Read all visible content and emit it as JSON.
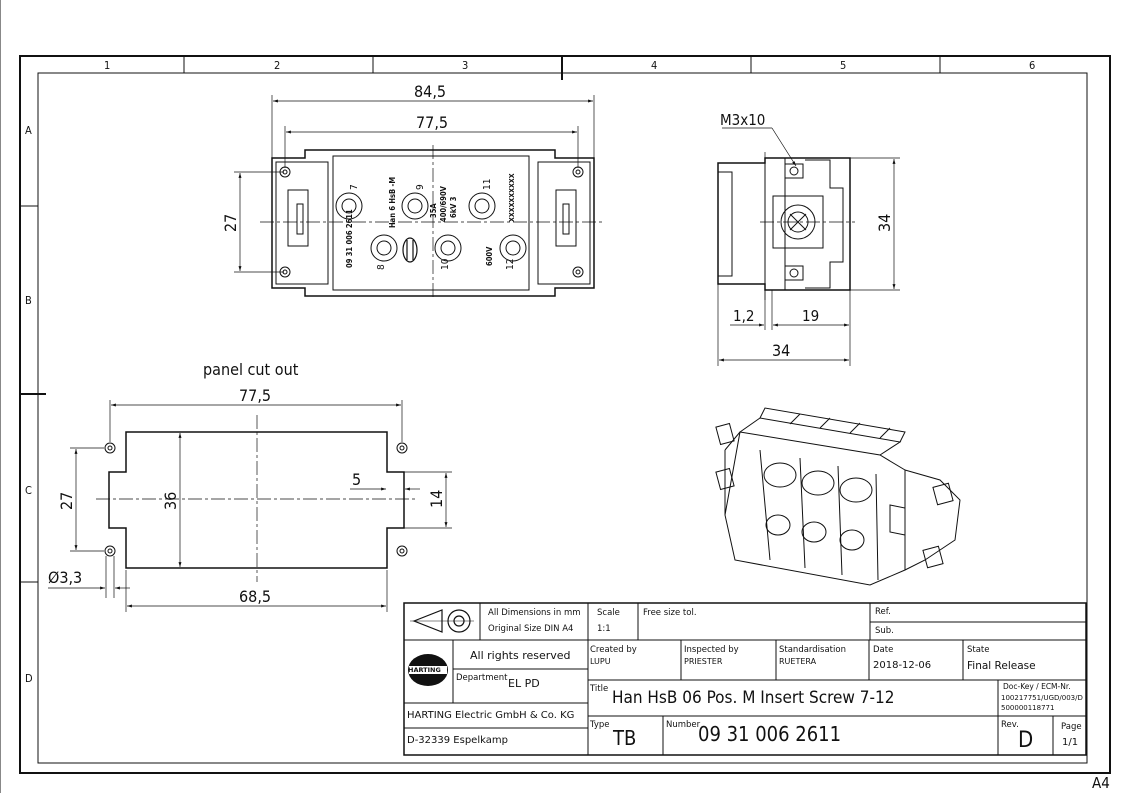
{
  "sheet": {
    "format_label": "A4"
  },
  "grid": {
    "columns": [
      "1",
      "2",
      "3",
      "4",
      "5",
      "6"
    ],
    "rows": [
      "A",
      "B",
      "C",
      "D"
    ]
  },
  "front_view": {
    "dim_overall": "84,5",
    "dim_pitch": "77,5",
    "dim_height": "27",
    "contacts_top": [
      "7",
      "9",
      "11"
    ],
    "contacts_bottom": [
      "8",
      "10",
      "12"
    ],
    "label_partno": "09 31 006 2611",
    "label_type": "Han 6 HsB -M",
    "label_rating1": "35A",
    "label_rating2": "400/690V",
    "label_rating3": "6kV 3",
    "label_rating4": "600V",
    "label_serial": "XXXXXXXXXX"
  },
  "side_view": {
    "screw": "M3x10",
    "dim_height": "34",
    "dim_small": "1,2",
    "dim_depth": "19",
    "dim_width": "34"
  },
  "cutout": {
    "title": "panel cut out",
    "dim_top": "77,5",
    "dim_bottom": "68,5",
    "dim_left": "27",
    "dim_inner": "36",
    "dim_notch_w": "5",
    "dim_notch_h": "14",
    "dim_hole": "Ø3,3"
  },
  "title_block": {
    "dims_note": "All Dimensions in mm",
    "orig_size": "Original Size DIN A4",
    "scale_label": "Scale",
    "scale_value": "1:1",
    "tol_label": "Free size tol.",
    "ref_label": "Ref.",
    "sub_label": "Sub.",
    "rights": "All rights reserved",
    "logo_text": "HARTING",
    "created_label": "Created by",
    "created_value": "LUPU",
    "inspected_label": "Inspected by",
    "inspected_value": "PRIESTER",
    "std_label": "Standardisation",
    "std_value": "RUETERA",
    "date_label": "Date",
    "date_value": "2018-12-06",
    "state_label": "State",
    "state_value": "Final Release",
    "dept_label": "Department",
    "dept_value": "EL PD",
    "title_label": "Title",
    "title_value": "Han HsB 06 Pos. M Insert Screw 7-12",
    "dockey_label": "Doc-Key / ECM-Nr.",
    "dockey_value1": "100217751/UGD/003/D",
    "dockey_value2": "500000118771",
    "company": "HARTING Electric GmbH & Co. KG",
    "address": "D-32339 Espelkamp",
    "type_label": "Type",
    "type_value": "TB",
    "number_label": "Number",
    "number_value": "09 31 006 2611",
    "rev_label": "Rev.",
    "rev_value": "D",
    "page_label": "Page",
    "page_value": "1/1"
  }
}
